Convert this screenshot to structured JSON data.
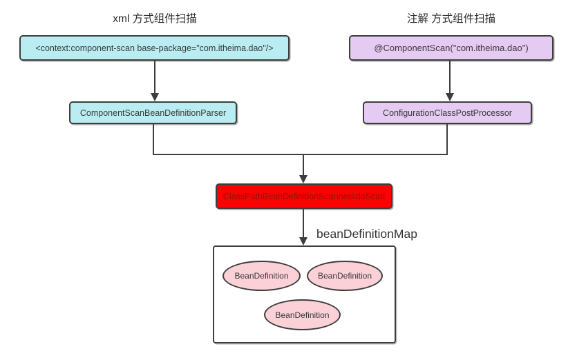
{
  "diagram": {
    "left_branch": {
      "title": "xml 方式组件扫描",
      "source_box_label": "<context:component-scan base-package=\"com.itheima.dao\"/>",
      "parser_box_label": "ComponentScanBeanDefinitionParser"
    },
    "right_branch": {
      "title": "注解 方式组件扫描",
      "source_box_label": "@ComponentScan(\"com.itheima.dao\")",
      "processor_box_label": "ConfigurationClassPostProcessor"
    },
    "scanner_box_label": "ClassPathBeanDefinitionScanner#doScan",
    "map_label": "beanDefinitionMap",
    "bean_definitions": [
      "BeanDefinition",
      "BeanDefinition",
      "BeanDefinition"
    ],
    "colors": {
      "cyan_fill": "#b9edf2",
      "purple_fill": "#e5caf2",
      "red_fill": "#fb0200",
      "red_text": "#8b1212",
      "pink_fill": "#fbd0d6",
      "border": "#3d3d3d",
      "line": "#3d3d3d"
    }
  }
}
